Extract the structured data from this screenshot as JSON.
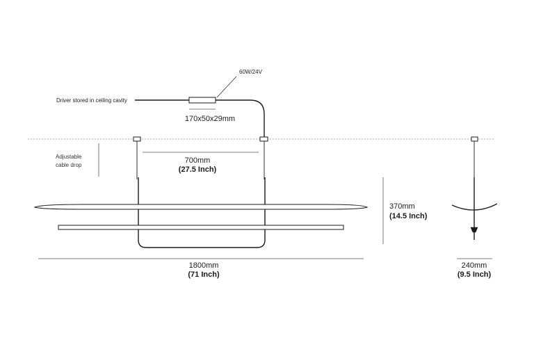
{
  "labels": {
    "driver": "Driver stored in ceiling cavity",
    "driver_power": "60W/24V",
    "driver_size": "170x50x29mm",
    "adjustable_line1": "Adjustable",
    "adjustable_line2": "cable drop",
    "width_700_mm": "700mm",
    "width_700_inch": "(27.5 Inch)",
    "height_370_mm": "370mm",
    "height_370_inch": "(14.5 Inch)",
    "length_1800_mm": "1800mm",
    "length_1800_inch": "(71 Inch)",
    "depth_240_mm": "240mm",
    "depth_240_inch": "(9.5 Inch)"
  },
  "colors": {
    "line": "#1a1a1a",
    "dim_line": "#555555",
    "ceiling": "#888888"
  }
}
